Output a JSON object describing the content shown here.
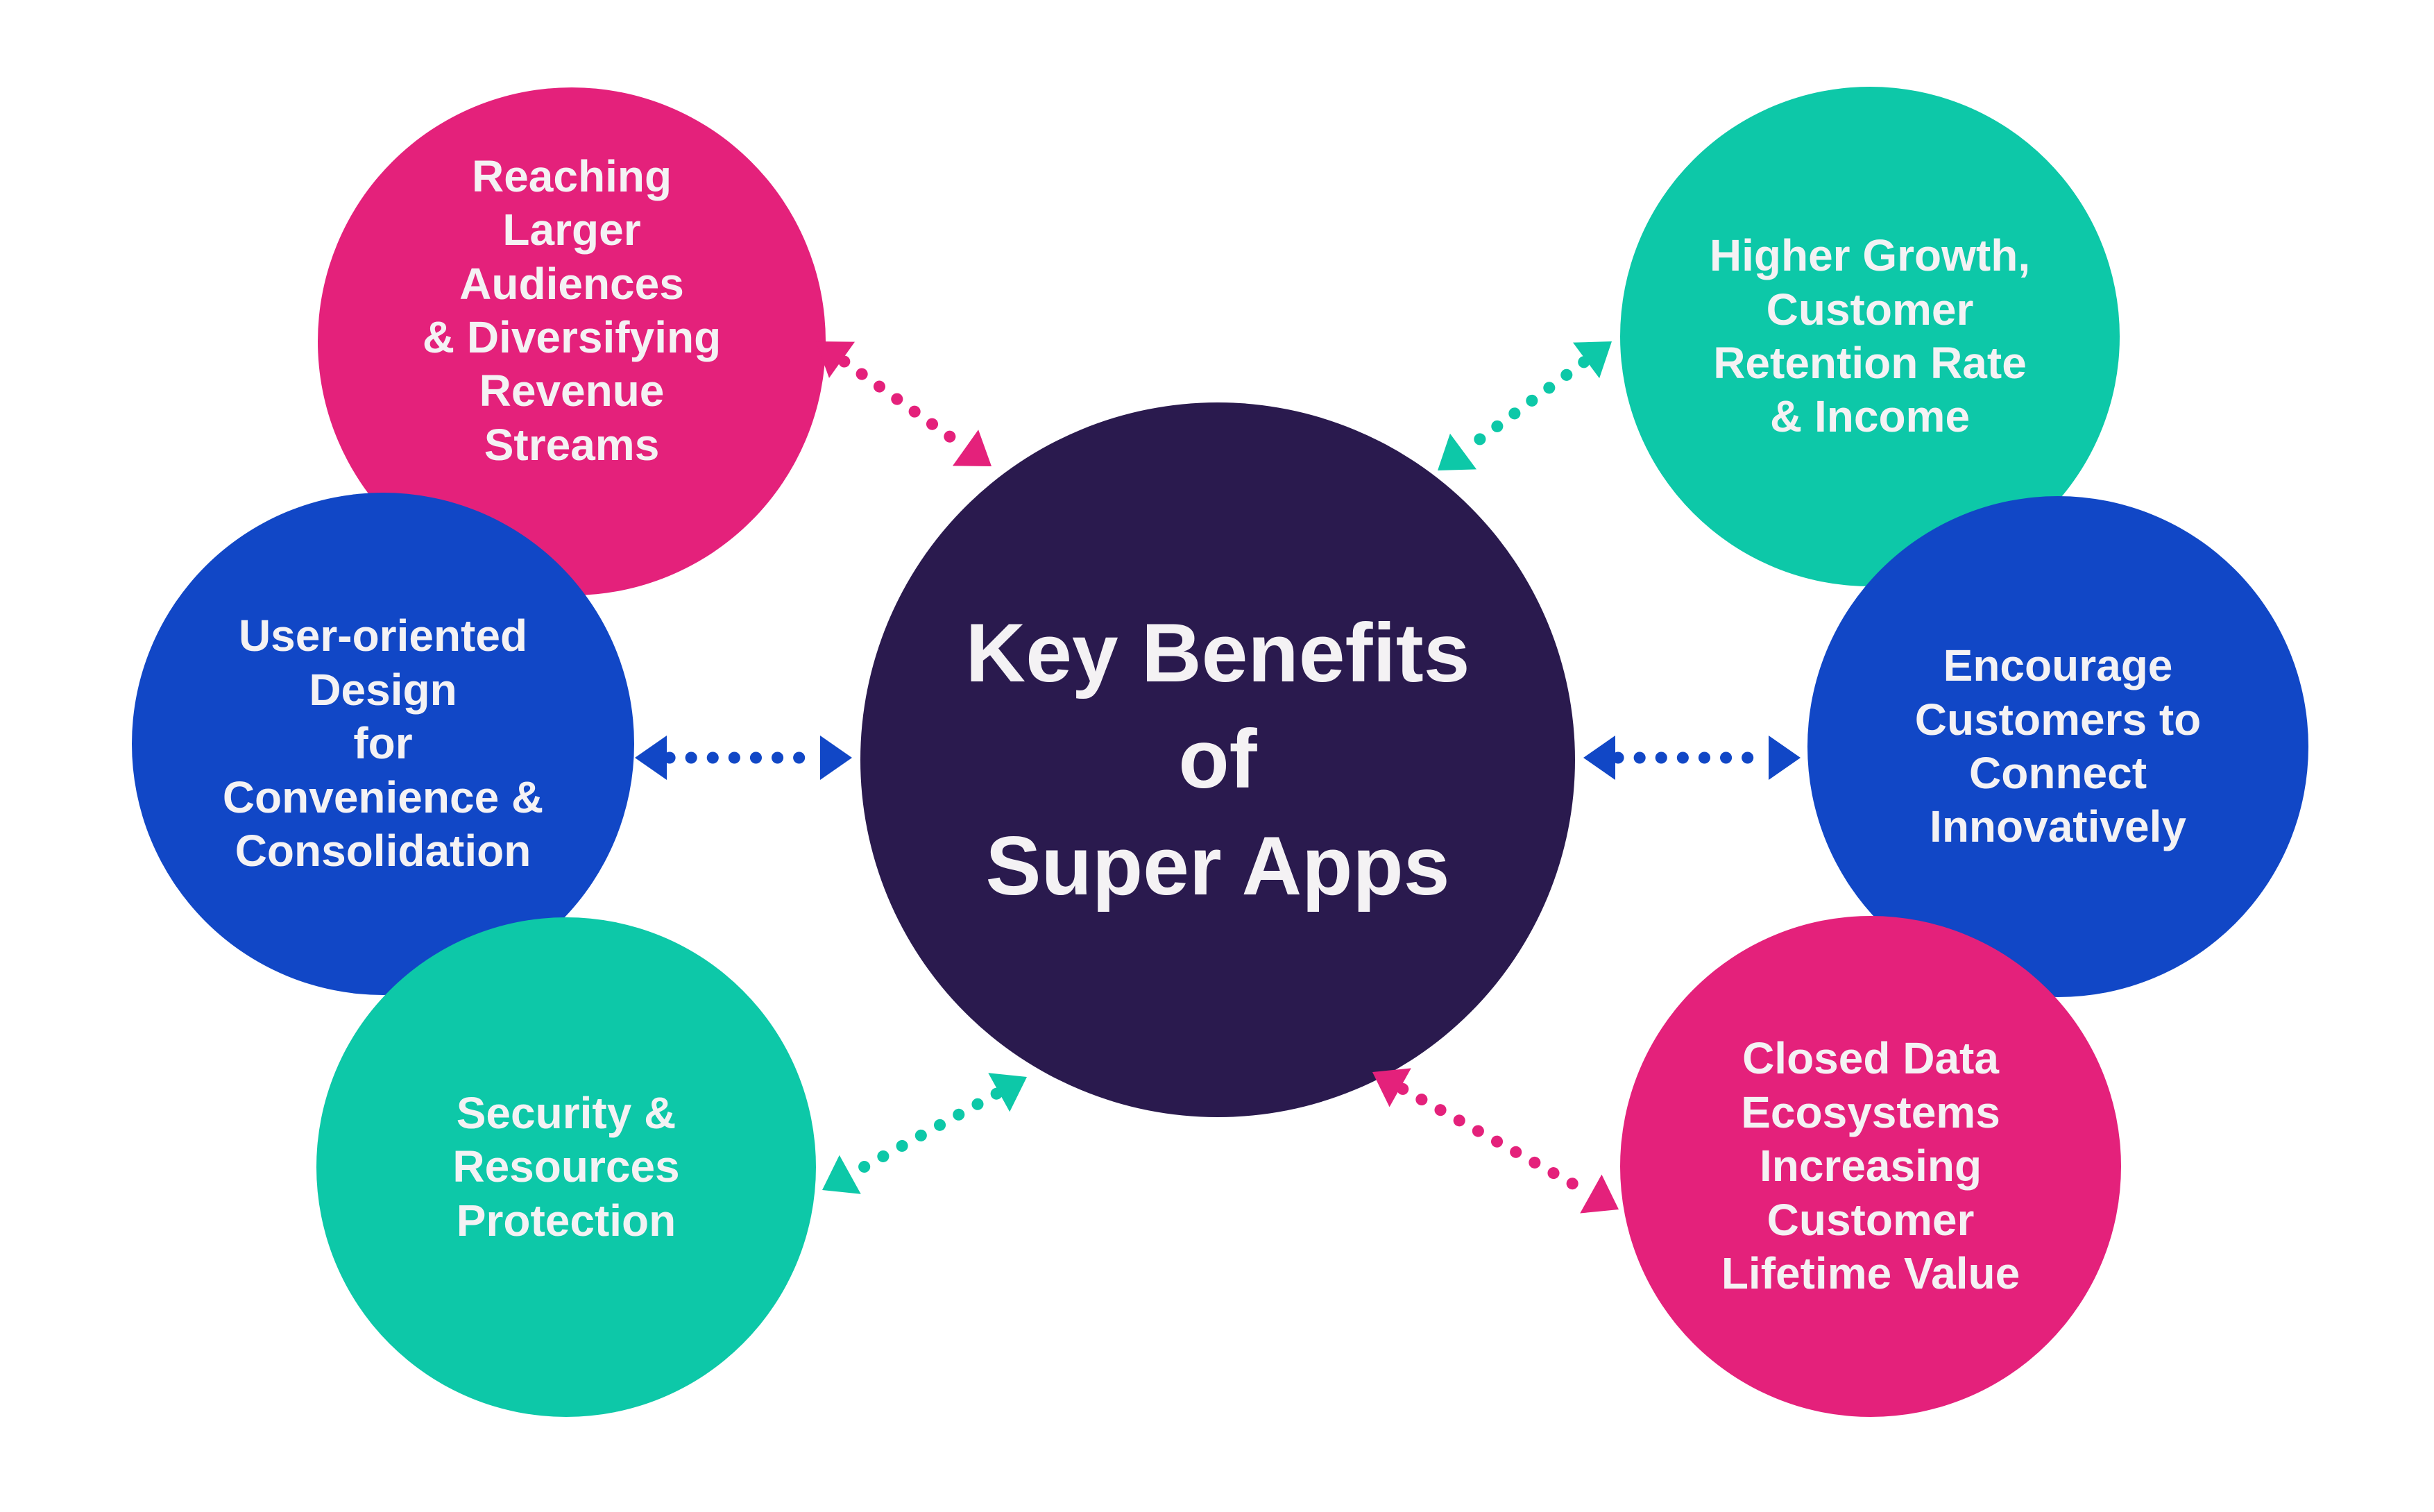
{
  "title": "Key Benefits of Super Apps",
  "colors": {
    "pink": "#E4217B",
    "blue": "#1147C6",
    "teal": "#0DC8A8",
    "navy": "#2A1A4E",
    "text": "#F4F2F4",
    "background": "#FFFFFF"
  },
  "center": {
    "label": "Key Benefits\nof\nSuper Apps"
  },
  "benefits": [
    {
      "id": "reaching-larger-audiences",
      "position": "top-left",
      "color": "pink",
      "label": "Reaching\nLarger\nAudiences\n& Diversifying\nRevenue\nStreams"
    },
    {
      "id": "user-oriented-design",
      "position": "middle-left",
      "color": "blue",
      "label": "User-oriented\nDesign\nfor\nConvenience &\nConsolidation"
    },
    {
      "id": "security-resources-protection",
      "position": "bottom-left",
      "color": "teal",
      "label": "Security &\nResources\nProtection"
    },
    {
      "id": "higher-growth-retention-income",
      "position": "top-right",
      "color": "teal",
      "label": "Higher Growth,\nCustomer\nRetention Rate\n& Income"
    },
    {
      "id": "encourage-customers-connect",
      "position": "middle-right",
      "color": "blue",
      "label": "Encourage\nCustomers to\nConnect\nInnovatively"
    },
    {
      "id": "closed-data-ecosystems",
      "position": "bottom-right",
      "color": "pink",
      "label": "Closed Data\nEcosystems\nIncreasing\nCustomer\nLifetime Value"
    }
  ],
  "arrows": [
    {
      "name": "arrow-top-left",
      "color": "pink",
      "style": "dotted-double-headed"
    },
    {
      "name": "arrow-middle-left",
      "color": "blue",
      "style": "dotted-double-headed"
    },
    {
      "name": "arrow-bottom-left",
      "color": "teal",
      "style": "dotted-double-headed"
    },
    {
      "name": "arrow-top-right",
      "color": "teal",
      "style": "dotted-double-headed"
    },
    {
      "name": "arrow-middle-right",
      "color": "blue",
      "style": "dotted-double-headed"
    },
    {
      "name": "arrow-bottom-right",
      "color": "pink",
      "style": "dotted-double-headed"
    }
  ]
}
